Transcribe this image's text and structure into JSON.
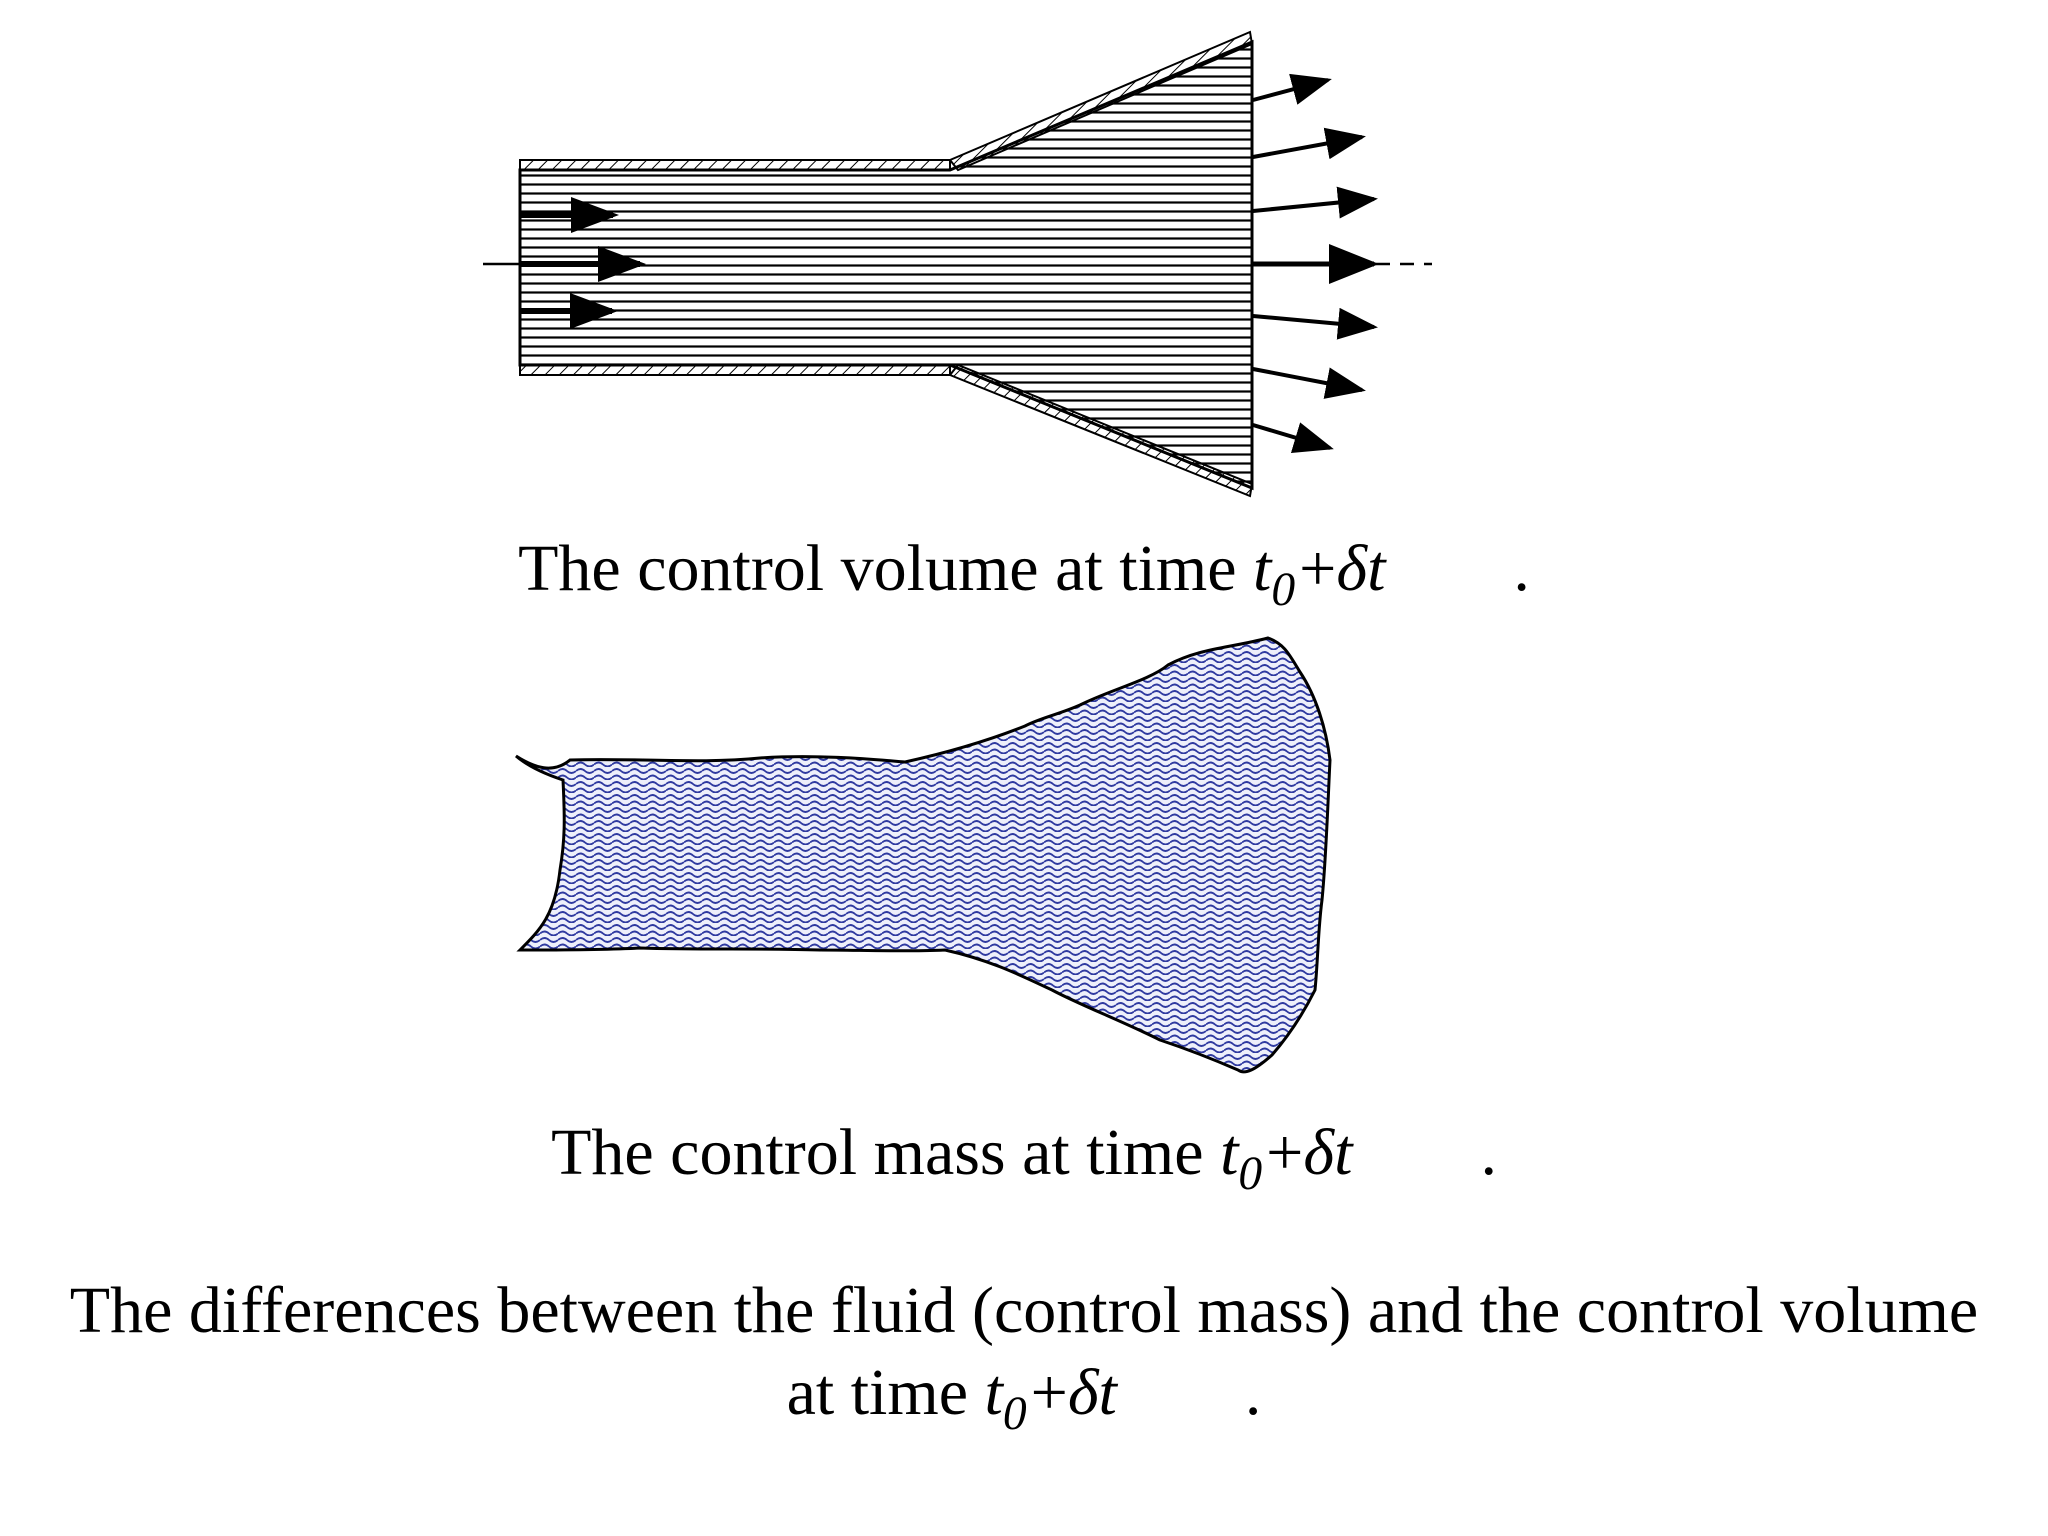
{
  "figure": {
    "cv_caption": {
      "text": "The control volume at time",
      "t": "t",
      "sub": "0",
      "op": "+",
      "delta": "δt",
      "period": "."
    },
    "cm_caption": {
      "text": "The control mass at time",
      "t": "t",
      "sub": "0",
      "op": "+",
      "delta": "δt",
      "period": "."
    },
    "diff_caption": {
      "line1": "The differences between the fluid (control mass) and the control volume",
      "line2": "at time",
      "t": "t",
      "sub": "0",
      "op": "+",
      "delta": "δt",
      "period": "."
    }
  },
  "colors": {
    "ink": "#000000",
    "mass_fill": "#2f3aa0",
    "background": "#ffffff"
  }
}
